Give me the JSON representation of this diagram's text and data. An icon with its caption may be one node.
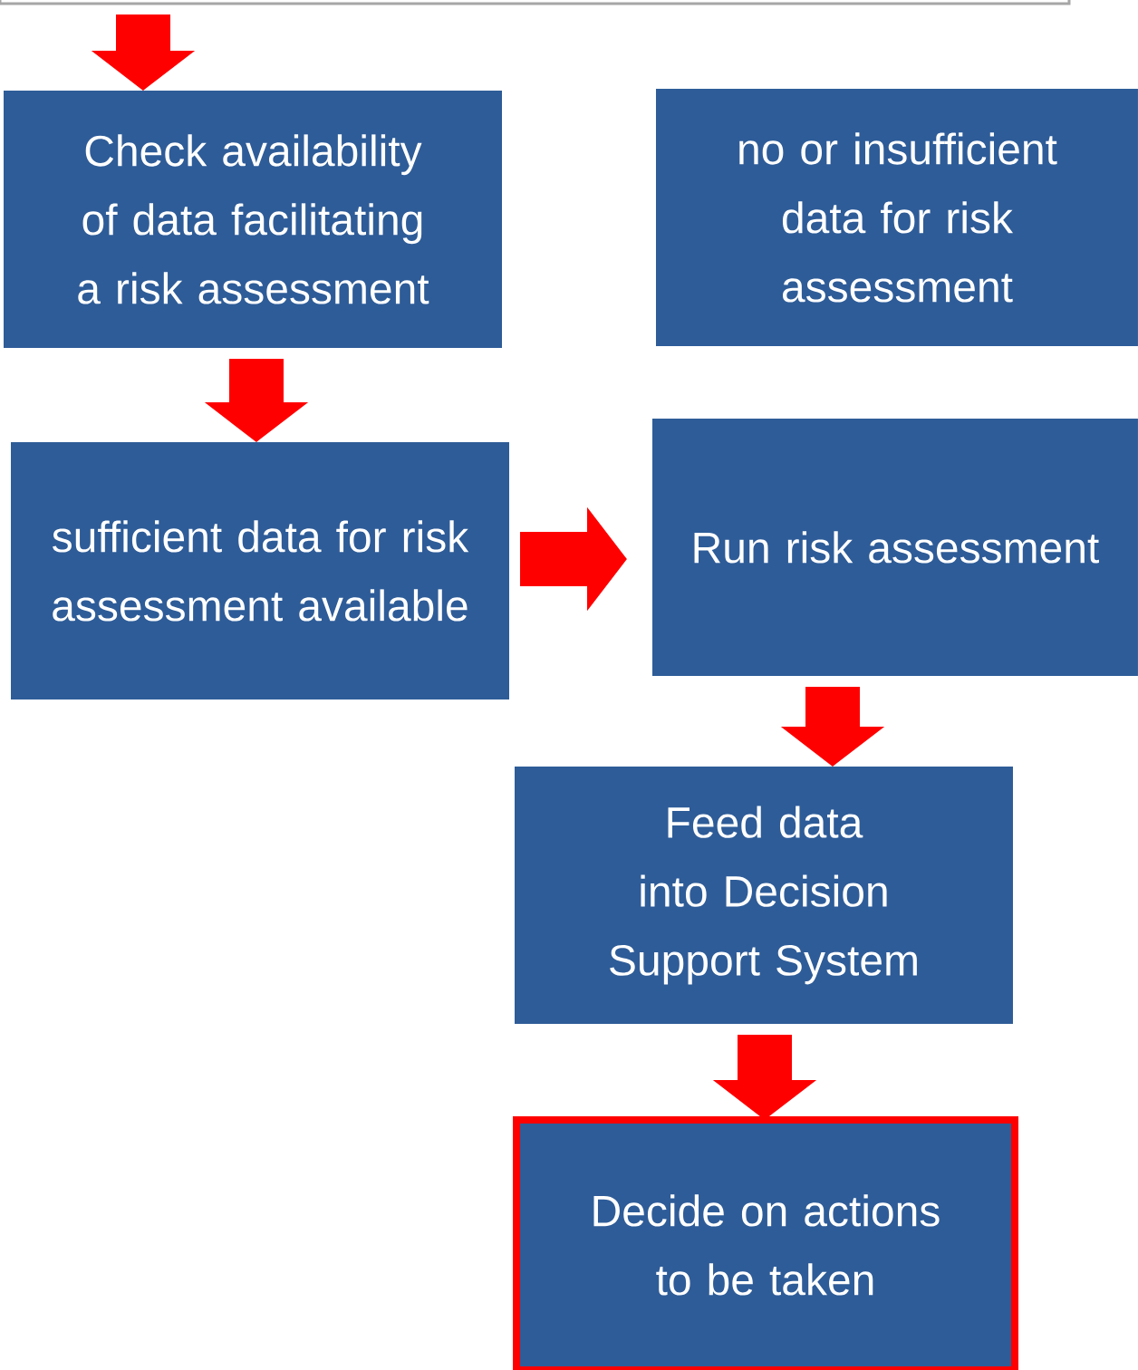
{
  "diagram": {
    "nodes": [
      {
        "text": [],
        "shape": "box"
      },
      {
        "text": [
          "Check availability of data facilitating a risk assessment"
        ]
      },
      {
        "text": [
          "no or insufficient data for risk assessment"
        ]
      },
      {
        "text": [
          "sufficient data for risk assessment available"
        ]
      },
      {
        "text": [
          "Run risk assessment"
        ]
      },
      {
        "text": [
          "Feed data into Decision Support System"
        ]
      },
      {
        "text": [
          "Decide on actions to be taken"
        ]
      }
    ],
    "edges": [
      {
        "from": 0,
        "to": 1,
        "arrow": "to"
      },
      {
        "from": 1,
        "to": 3,
        "arrow": "to"
      },
      {
        "from": 3,
        "to": 4,
        "arrow": "to"
      },
      {
        "from": 4,
        "to": 5,
        "arrow": "to"
      },
      {
        "from": 5,
        "to": 6,
        "arrow": "to"
      }
    ]
  }
}
